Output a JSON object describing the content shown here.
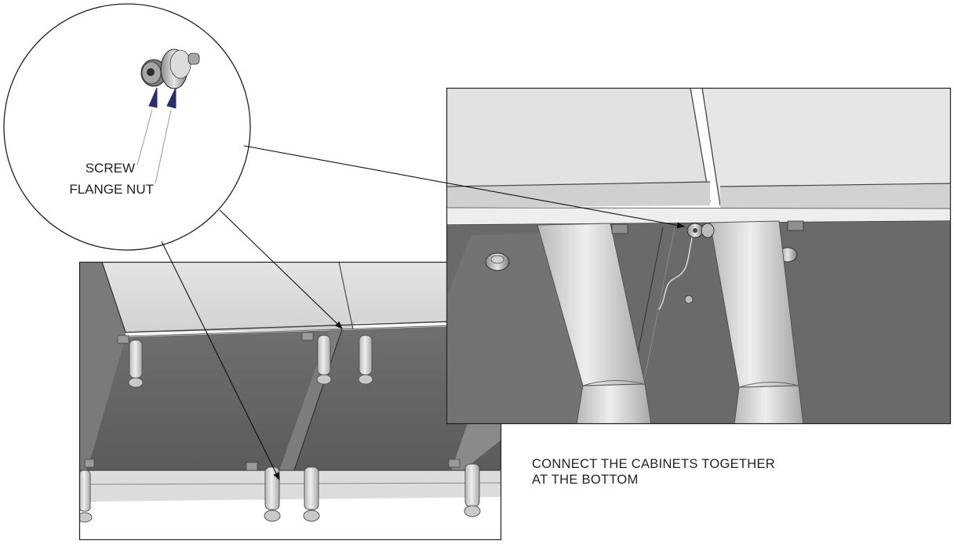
{
  "callout": {
    "labels": {
      "screw": "SCREW",
      "flange_nut": "FLANGE NUT"
    }
  },
  "instruction": {
    "line1": "CONNECT THE CABINETS TOGETHER",
    "line2": "AT THE BOTTOM"
  }
}
